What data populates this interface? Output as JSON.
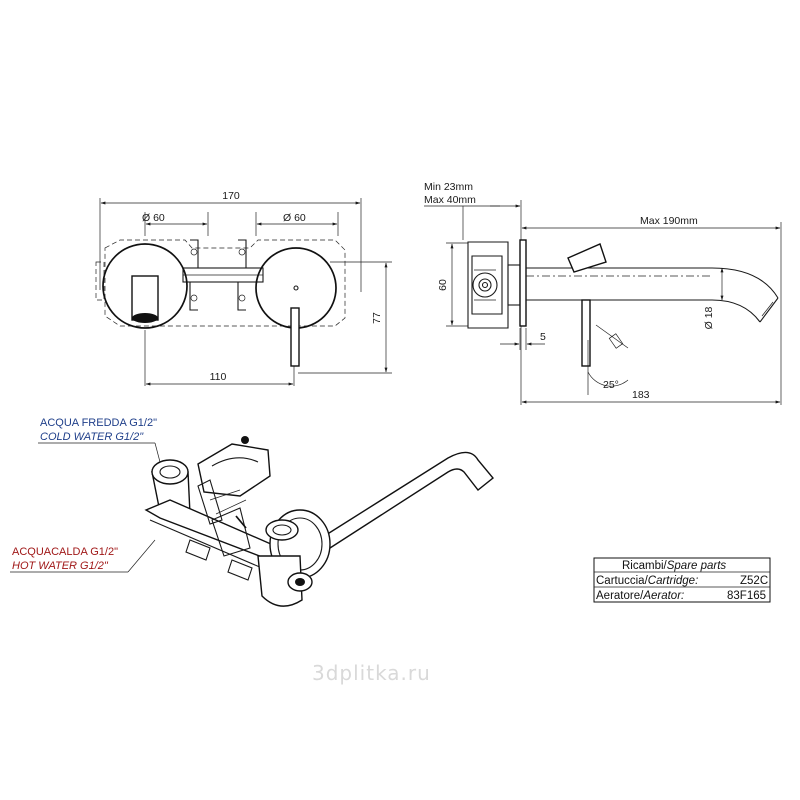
{
  "front_view": {
    "overall_width": "170",
    "left_diameter": "Ø 60",
    "right_diameter": "Ø 60",
    "center_distance": "110",
    "height": "77"
  },
  "side_view": {
    "min_depth": "Min 23mm",
    "max_depth": "Max 40mm",
    "max_spout": "Max 190mm",
    "plate_height": "60",
    "plate_thickness": "5",
    "spout_diameter": "Ø 18",
    "lever_angle": "25°",
    "total_length": "183"
  },
  "connections": {
    "cold_it": "ACQUA FREDDA G1/2\"",
    "cold_en": "COLD WATER G1/2\"",
    "hot_it": "ACQUACALDA G1/2\"",
    "hot_en": "HOT WATER G1/2\""
  },
  "spare_parts": {
    "header_it": "Ricambi/",
    "header_en": "Spare parts",
    "cartridge_it": "Cartuccia/",
    "cartridge_en": "Cartridge:",
    "cartridge_code": "Z52C",
    "aerator_it": "Aeratore/",
    "aerator_en": "Aerator:",
    "aerator_code": "83F165"
  },
  "watermark": "3dplitka.ru"
}
